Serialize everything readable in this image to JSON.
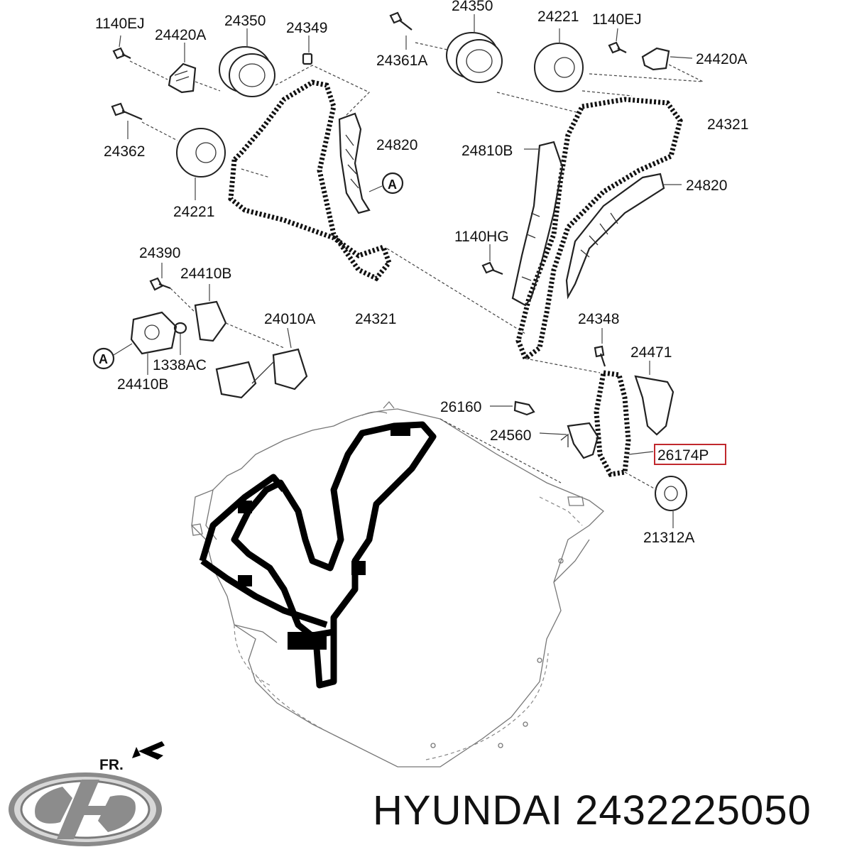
{
  "labels": {
    "l_1140ej_left": "1140EJ",
    "l_24420a_left": "24420A",
    "l_24350_left": "24350",
    "l_24349": "24349",
    "l_24350_right": "24350",
    "l_24361a": "24361A",
    "l_24221_top": "24221",
    "l_1140ej_right": "1140EJ",
    "l_24420a_right": "24420A",
    "l_24321_right": "24321",
    "l_24362": "24362",
    "l_24820_left": "24820",
    "l_24810b": "24810B",
    "l_24820_right": "24820",
    "l_a_callout_top": "A",
    "l_24221_left": "24221",
    "l_1140hg": "1140HG",
    "l_24390": "24390",
    "l_24410b_top": "24410B",
    "l_24010a": "24010A",
    "l_24321_left": "24321",
    "l_24348": "24348",
    "l_24471": "24471",
    "l_a_callout_left": "A",
    "l_1338ac": "1338AC",
    "l_24410b_bottom": "24410B",
    "l_26160": "26160",
    "l_24560": "24560",
    "l_26174p": "26174P",
    "l_21312a": "21312A",
    "l_fr": "FR."
  },
  "highlight_color": "#c0282d",
  "brand": {
    "logo_icon": "hyundai-logo",
    "caption": "HYUNDAI 2432225050"
  }
}
